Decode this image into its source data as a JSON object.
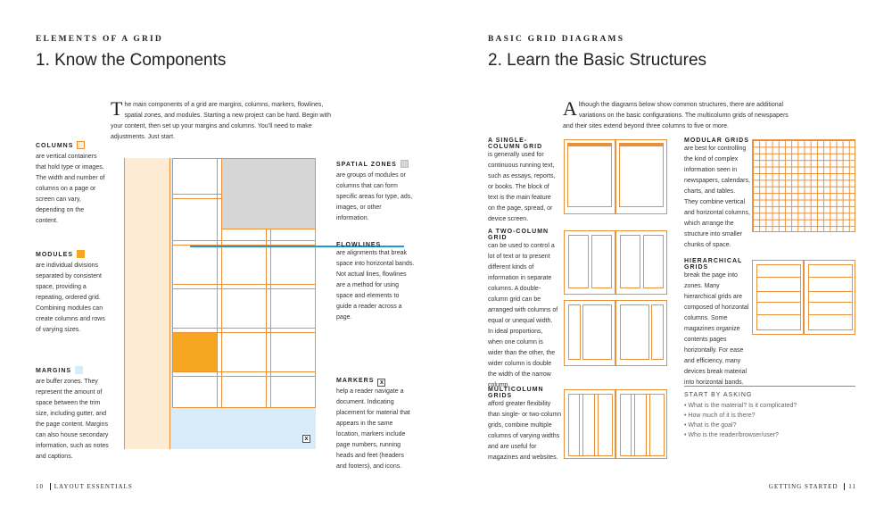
{
  "left": {
    "kicker": "ELEMENTS OF A GRID",
    "title": "1. Know the Components",
    "intro_drop": "T",
    "intro_rest": "he main components of a grid are margins, columns, markers, flowlines, spatial zones, and modules. Starting a new project can be hard. Begin with your content, then set up your margins and columns. You’ll need to make adjustments. Just start.",
    "columns": {
      "head": "COLUMNS",
      "text": "are vertical containers that hold type or images. The width and number of columns on a page or screen can vary, depending on the content."
    },
    "modules": {
      "head": "MODULES",
      "text": "are individual divisions separated by consistent space, providing a repeating, ordered grid. Combining modules can create columns and rows of varying sizes."
    },
    "margins": {
      "head": "MARGINS",
      "text": "are buffer zones. They represent the amount of space between the trim size, including gutter, and the page content. Margins can also house secondary information, such as notes and captions."
    },
    "spatial": {
      "head": "SPATIAL ZONES",
      "text": "are groups of modules or columns that can form specific areas for type, ads, images, or other information."
    },
    "flowlines": {
      "head": "FLOWLINES",
      "text": "are alignments that break space into horizontal bands. Not actual lines, flowlines are a method for using space and elements to guide a reader across a page."
    },
    "markers": {
      "head": "MARKERS",
      "badge": "x",
      "text": "help a reader navigate a document. Indicating placement for material that appears in the same location, markers include page numbers, running heads and feet (headers and footers), and icons."
    },
    "diagram_marker": "x",
    "folio_num": "10",
    "folio_text": "LAYOUT ESSENTIALS"
  },
  "right": {
    "kicker": "BASIC GRID DIAGRAMS",
    "title": "2. Learn the Basic Structures",
    "intro_drop": "A",
    "intro_rest": "lthough the diagrams below show common structures, there are additional variations on the basic configurations. The multicolumn grids of newspapers and their sites extend beyond three columns to five or more.",
    "single": {
      "head": "A SINGLE-COLUMN GRID",
      "text": "is generally used for continuous running text, such as essays, reports, or books. The block of text is the main feature on the page, spread, or device screen."
    },
    "two": {
      "head": "A TWO-COLUMN GRID",
      "text": "can be used to control a lot of text or to present different kinds of information in separate columns. A double-column grid can be arranged with columns of equal or unequal width. In ideal proportions, when one column is wider than the other, the wider column is double the width of the narrow column."
    },
    "multi": {
      "head": "MULTICOLUMN GRIDS",
      "text": "afford greater flexibility than single- or two-column grids, combine multiple columns of varying widths and are useful for magazines and websites."
    },
    "modular": {
      "head": "MODULAR GRIDS",
      "text": "are best for controlling the kind of complex information seen in newspapers, calendars, charts, and tables. They combine vertical and horizontal columns, which arrange the structure into smaller chunks of space."
    },
    "hier": {
      "head": "HIERARCHICAL GRIDS",
      "text": "break the page into zones. Many hierarchical grids are composed of horizontal columns. Some magazines organize contents pages horizontally. For ease and efficiency, many devices break material into horizontal bands."
    },
    "ask_head": "START BY ASKING",
    "questions": [
      "• What is the material? Is it complicated?",
      "• How much of it is there?",
      "• What is the goal?",
      "• Who is the reader/browser/user?"
    ],
    "folio_text": "GETTING STARTED",
    "folio_num": "11"
  },
  "colors": {
    "orange": "#e8913a",
    "module_fill": "#f6a623",
    "margin_blue": "#d7ecf8",
    "column_tint": "#fdebd3",
    "spatial_gray": "#d6d6d6",
    "flowline_blue": "#1a9ad6"
  }
}
